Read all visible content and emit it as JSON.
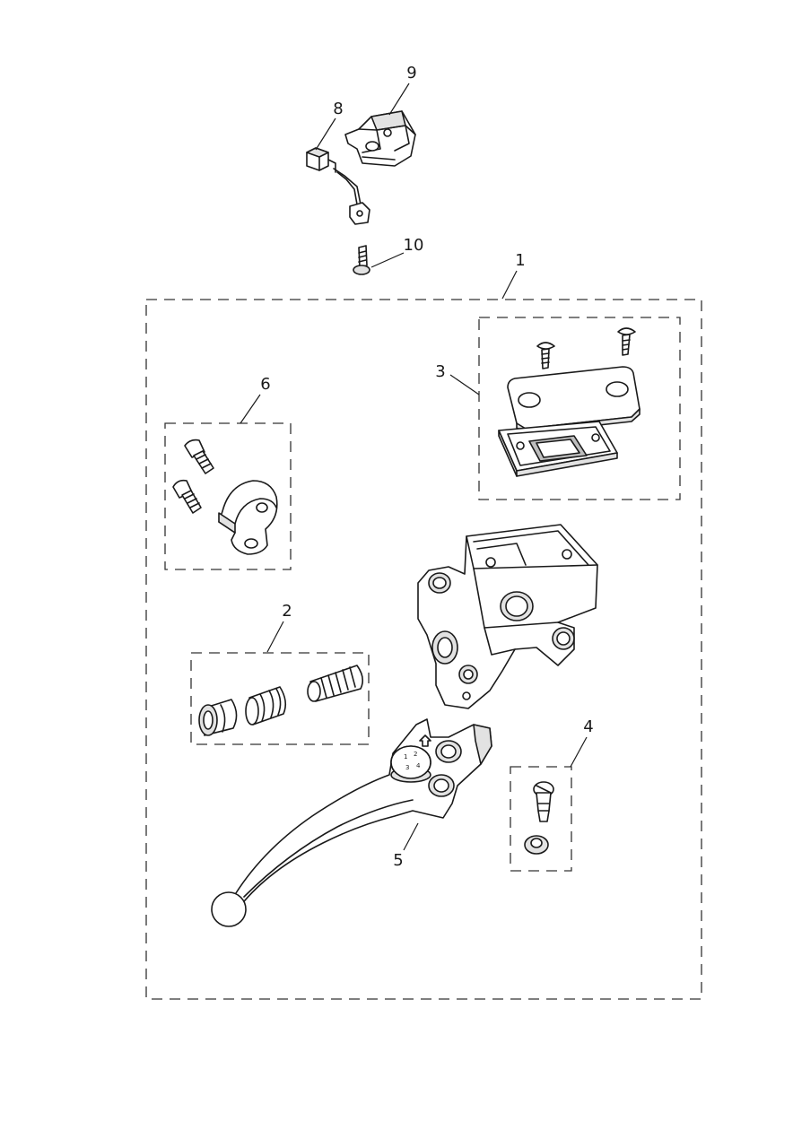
{
  "diagram": {
    "callouts": [
      {
        "id": "1",
        "label": "1"
      },
      {
        "id": "2",
        "label": "2"
      },
      {
        "id": "3",
        "label": "3"
      },
      {
        "id": "4",
        "label": "4"
      },
      {
        "id": "5",
        "label": "5"
      },
      {
        "id": "6",
        "label": "6"
      },
      {
        "id": "8",
        "label": "8"
      },
      {
        "id": "9",
        "label": "9"
      },
      {
        "id": "10",
        "label": "10"
      }
    ]
  }
}
